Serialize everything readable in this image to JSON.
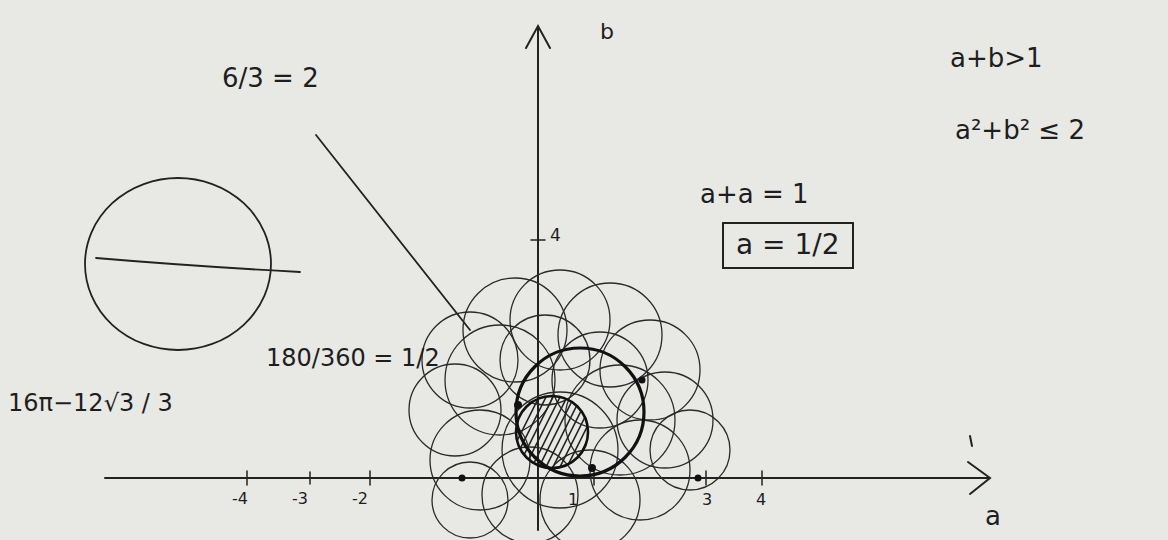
{
  "diagram": {
    "nodes": [
      {
        "text": [
          "a = 1/2"
        ]
      }
    ],
    "labels": [
      "6/3 = 2",
      "b",
      "a+b>1",
      "a²+b² ≤ 2",
      "a+a = 1",
      "4",
      "180/360 = 1/2",
      "16π−12√3 / 3",
      "-4",
      "-3",
      "-2",
      "1",
      "3",
      "4",
      "a"
    ]
  }
}
